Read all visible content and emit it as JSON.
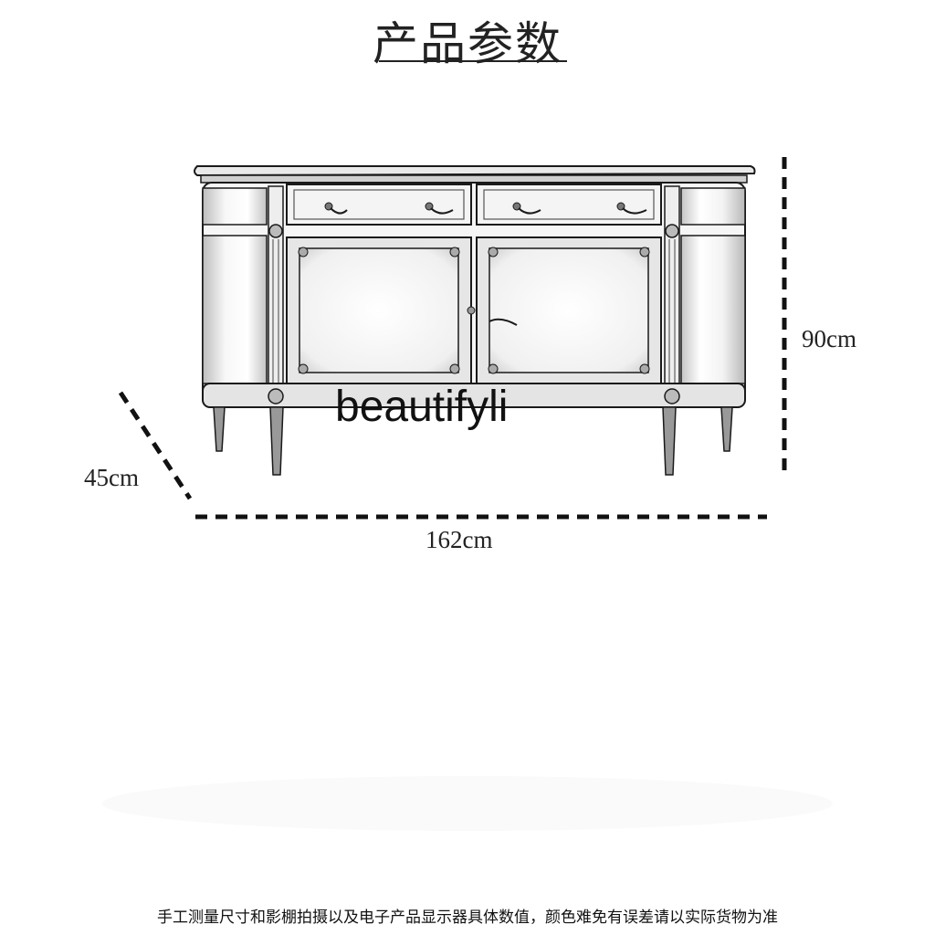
{
  "title": "产品参数",
  "dimensions": {
    "height": "90cm",
    "depth": "45cm",
    "width": "162cm"
  },
  "watermark": "beautifyli",
  "footnote": "手工测量尺寸和影棚拍摄以及电子产品显示器具体数值，颜色难免有误差请以实际货物为准",
  "colors": {
    "line": "#1a1a1a",
    "panel": "#f4f4f4",
    "shade": "#d6d6d6"
  }
}
